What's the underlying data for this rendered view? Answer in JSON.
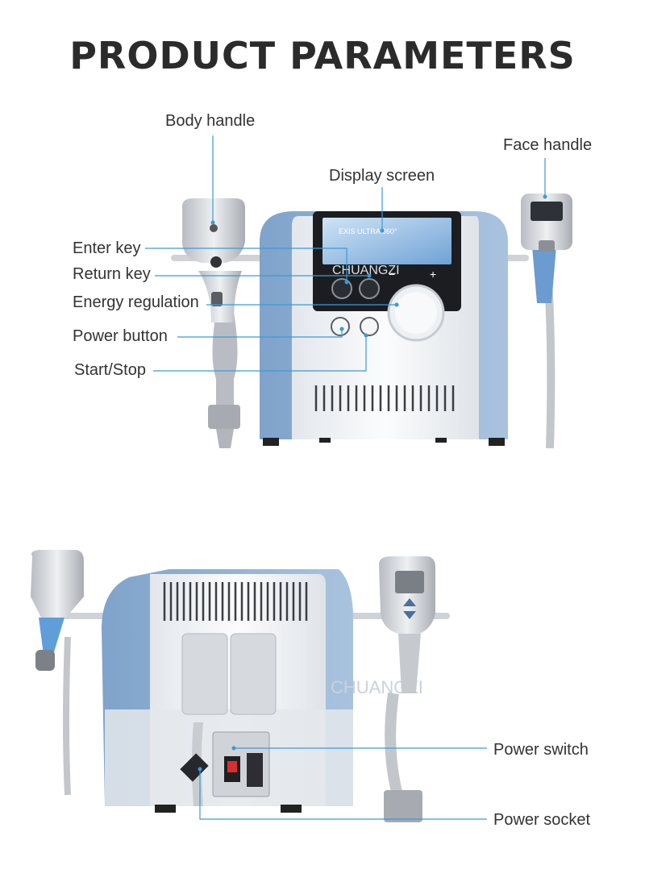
{
  "page": {
    "title": "PRODUCT PARAMETERS"
  },
  "colors": {
    "accent_line": "#3a9ad9",
    "device_blue": "#8eb0d4",
    "device_white": "#f2f4f6",
    "title_text": "#2b2b2b"
  },
  "front_view": {
    "callouts": {
      "body_handle": "Body handle",
      "face_handle": "Face handle",
      "display_screen": "Display screen",
      "enter_key": "Enter key",
      "return_key": "Return key",
      "energy_regulation": "Energy regulation",
      "power_button": "Power button",
      "start_stop": "Start/Stop"
    },
    "device_brand": "CHUANGZI",
    "screen_text": "EXIS ULTRA 360°",
    "plus_sign": "+",
    "minus_sign": "−"
  },
  "back_view": {
    "callouts": {
      "power_switch": "Power switch",
      "power_socket": "Power socket"
    },
    "watermark": "CHUANGZI"
  }
}
